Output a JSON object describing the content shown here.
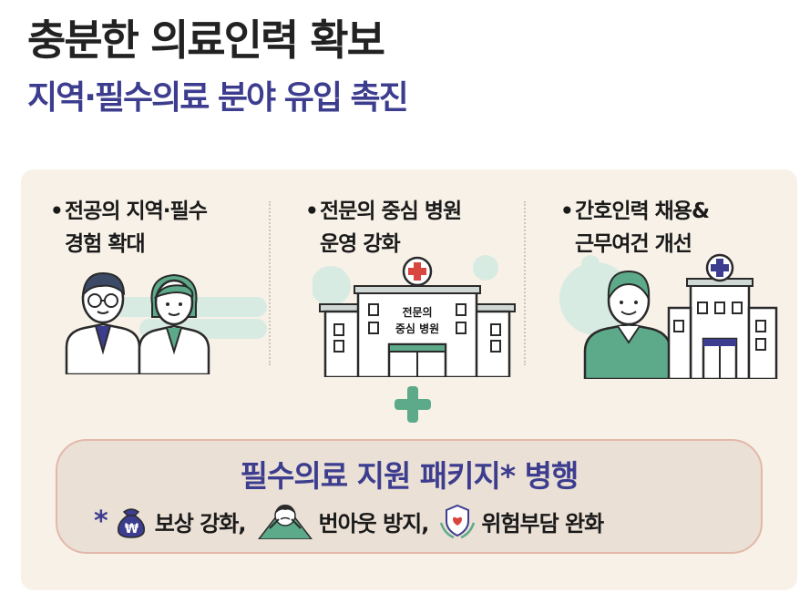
{
  "header": {
    "title": "충분한 의료인력 확보",
    "subtitle": "지역·필수의료 분야 유입 촉진"
  },
  "columns": [
    {
      "bullet": "•",
      "line1": "전공의 지역·필수",
      "line2": "경험 확대"
    },
    {
      "bullet": "•",
      "line1": "전문의 중심 병원",
      "line2": "운영 강화"
    },
    {
      "bullet": "•",
      "line1": "간호인력 채용&",
      "line2": "근무여건 개선"
    }
  ],
  "hospital_sign": {
    "line1": "전문의",
    "line2": "중심 병원"
  },
  "package": {
    "title": "필수의료 지원 패키지* 병행",
    "star": "*",
    "items": [
      "보상 강화,",
      "번아웃 방지,",
      "위험부담 완화"
    ],
    "money_symbol": "₩"
  },
  "colors": {
    "title": "#222222",
    "subtitle": "#3d3d8f",
    "panel_bg": "#f7f1e8",
    "accent_green": "#5daa8a",
    "package_border": "#e3b8a9",
    "hospital_red": "#d9453f"
  },
  "icons": [
    "money-bag-icon",
    "burnout-person-icon",
    "shield-care-icon",
    "plus-icon",
    "hospital-icon",
    "doctor-icon",
    "nurse-icon"
  ]
}
